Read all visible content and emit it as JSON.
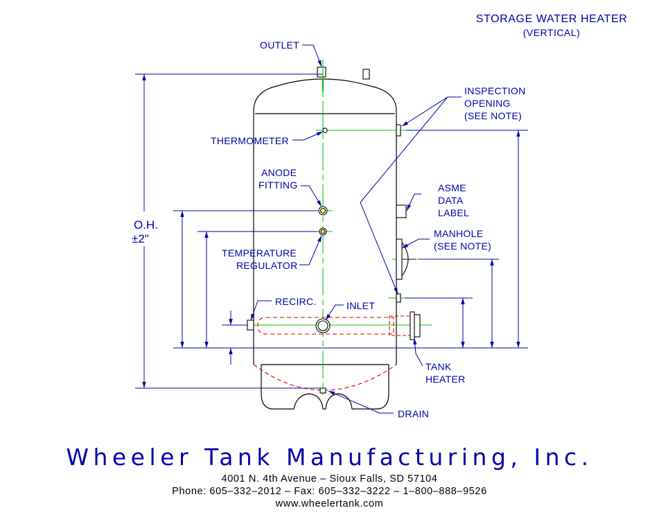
{
  "title": {
    "line1": "STORAGE WATER HEATER",
    "line2": "(VERTICAL)"
  },
  "labels": {
    "outlet": "OUTLET",
    "inspection1": "INSPECTION",
    "inspection2": "OPENING",
    "inspection3": "(SEE NOTE)",
    "thermometer": "THERMOMETER",
    "anode1": "ANODE",
    "anode2": "FITTING",
    "asme1": "ASME",
    "asme2": "DATA",
    "asme3": "LABEL",
    "manhole1": "MANHOLE",
    "manhole2": "(SEE NOTE)",
    "temp1": "TEMPERATURE",
    "temp2": "REGULATOR",
    "recirc": "RECIRC.",
    "inlet": "INLET",
    "heater1": "TANK",
    "heater2": "HEATER",
    "drain": "DRAIN",
    "oh1": "O.H.",
    "oh2": "±2\""
  },
  "footer": {
    "company": "Wheeler Tank Manufacturing, Inc.",
    "address": "4001 N. 4th Avenue  –  Sioux Falls, SD 57104",
    "contact": "Phone: 605–332–2012  –  Fax: 605–332–3222  –  1–800–888–9526",
    "website": "www.wheelertank.com"
  },
  "colors": {
    "dimension": "#0000aa",
    "outline": "#000000",
    "centerline": "#00cc00",
    "hidden": "#dd0000"
  }
}
